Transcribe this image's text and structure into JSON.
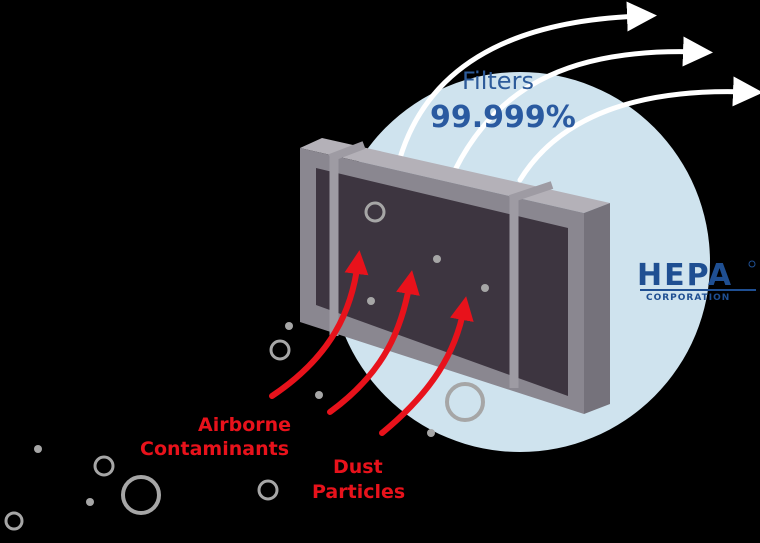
{
  "headline": {
    "word": "Filters",
    "percentage": "99.999%"
  },
  "labels": {
    "airborne_line1": "Airborne",
    "airborne_line2": "Contaminants",
    "dust_line1": "Dust",
    "dust_line2": "Particles"
  },
  "logo": {
    "name": "HEPA",
    "subtitle": "CORPORATION"
  },
  "colors": {
    "background": "#000000",
    "circle": "#cfe3ee",
    "airflow_arrows": "#ffffff",
    "contaminant_arrows": "#e8121b",
    "label_red": "#e8121b",
    "headline_blue": "#2a5aa0",
    "filter_frame": "#8a8790",
    "filter_media": "#3d3540",
    "particles": "#a6a6a6"
  },
  "icons": [
    "white-airflow-arrow",
    "red-contaminant-arrow",
    "particle-circle",
    "particle-dot",
    "hepa-logo"
  ]
}
